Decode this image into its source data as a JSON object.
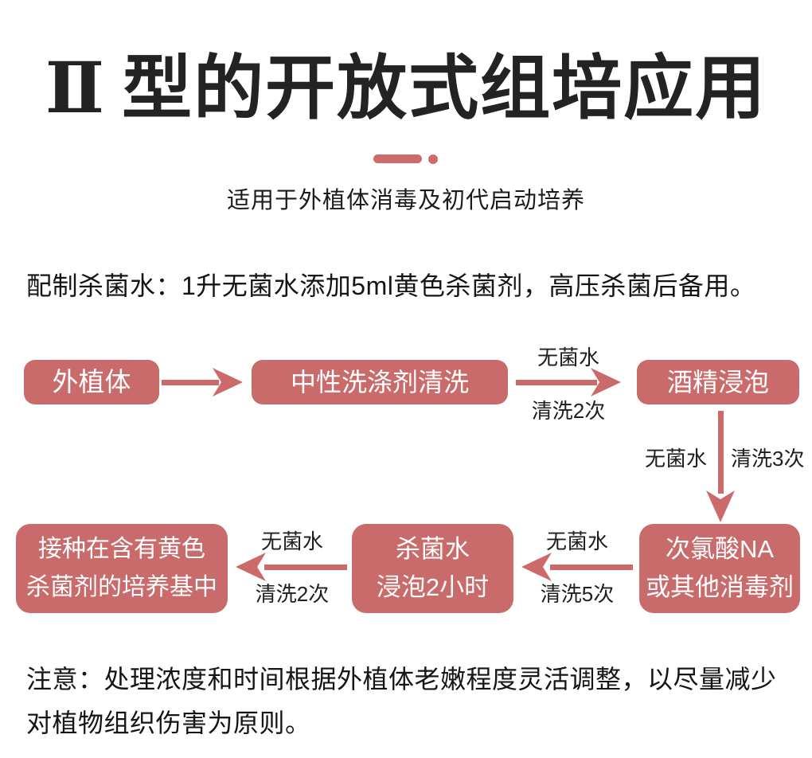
{
  "header": {
    "title_numeral": "Ⅱ",
    "title_text": "型的开放式组培应用",
    "subtitle": "适用于外植体消毒及初代启动培养"
  },
  "intro": "配制杀菌水：1升无菌水添加5ml黄色杀菌剂，高压杀菌后备用。",
  "note": "注意：处理浓度和时间根据外植体老嫩程度灵活调整，以尽量减少对植物组织伤害为原则。",
  "colors": {
    "accent": "#c96b6b",
    "arrow": "#cc6a6a",
    "title_ink": "#232323",
    "body_ink": "#151515",
    "node_text": "#ffffff"
  },
  "flow": {
    "nodes": {
      "explant": {
        "label": "外植体"
      },
      "detergent": {
        "label": "中性洗涤剂清洗"
      },
      "alcohol": {
        "label": "酒精浸泡"
      },
      "hypochlorite": {
        "line1": "次氯酸NA",
        "line2": "或其他消毒剂"
      },
      "soak": {
        "line1": "杀菌水",
        "line2": "浸泡2小时"
      },
      "inoculate": {
        "line1": "接种在含有黄色",
        "line2": "杀菌剂的培养基中"
      }
    },
    "edges": {
      "detergent_to_alcohol": {
        "top": "无菌水",
        "bottom": "清洗2次"
      },
      "alcohol_to_hypochlorite": {
        "left": "无菌水",
        "right": "清洗3次"
      },
      "hypochlorite_to_soak": {
        "top": "无菌水",
        "bottom": "清洗5次"
      },
      "soak_to_inoculate": {
        "top": "无菌水",
        "bottom": "清洗2次"
      }
    }
  }
}
